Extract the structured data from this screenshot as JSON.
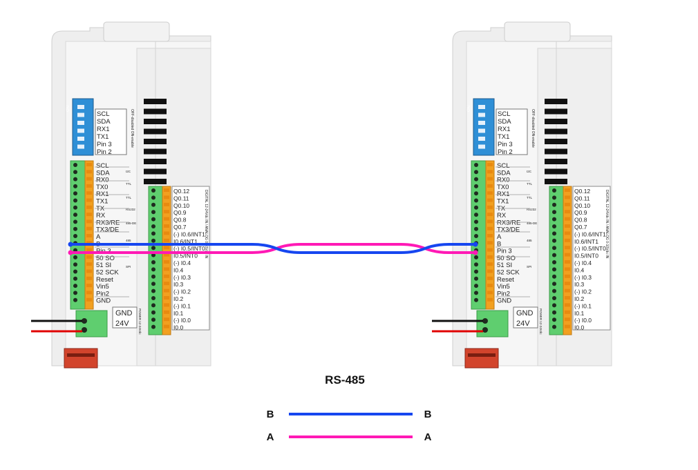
{
  "diagram": {
    "title": "RS-485",
    "colors": {
      "wire_b": "#1646f0",
      "wire_a": "#ff19b5",
      "power_black": "#111111",
      "power_red": "#e00000",
      "case": "#eeeeee",
      "terminal_green": "#5fce6f",
      "terminal_orange": "#f2a020",
      "dip_blue": "#2f8fd6",
      "connector_red": "#d2442c"
    },
    "legend": [
      {
        "left": "B",
        "right": "B",
        "color": "#1646f0"
      },
      {
        "left": "A",
        "right": "A",
        "color": "#ff19b5"
      }
    ],
    "plc": {
      "dip_labels": [
        "SCL",
        "SDA",
        "RX1",
        "TX1",
        "Pin 3",
        "Pin 2"
      ],
      "dip_side_text": "OFF-disabled ON-enable",
      "left_terminal_labels": [
        "SCL",
        "SDA",
        "RX0",
        "TX0",
        "RX1",
        "TX1",
        "TX",
        "RX",
        "RX3/RE",
        "TX3/DE",
        "A",
        "B",
        "Pin 3",
        "50 SO",
        "51 SI",
        "52 SCK",
        "Reset",
        "Vin5",
        "Pin2",
        "GND"
      ],
      "group_tags": [
        "I2C",
        "TTL",
        "TTL",
        "RS232",
        "485-DE",
        "485",
        "SPI"
      ],
      "right_terminal_labels": [
        "Q0.12",
        "Q0.11",
        "Q0.10",
        "Q0.9",
        "Q0.8",
        "Q0.7",
        "(-) I0.6/INT1",
        "I0.6/INT1",
        "(-) I0.5/INT0",
        "I0.5/INT0",
        "(-) I0.4",
        "I0.4",
        "(-) I0.3",
        "I0.3",
        "(-) I0.2",
        "I0.2",
        "(-) I0.1",
        "I0.1",
        "(-) I0.0",
        "I0.0"
      ],
      "right_side_text": "DIGITAL 12-24Vdc IN / ANALOG 0-10Vdc IN",
      "power_labels": [
        "GND",
        "24V"
      ],
      "power_side_text": "POWER 12-24Vdc"
    }
  }
}
